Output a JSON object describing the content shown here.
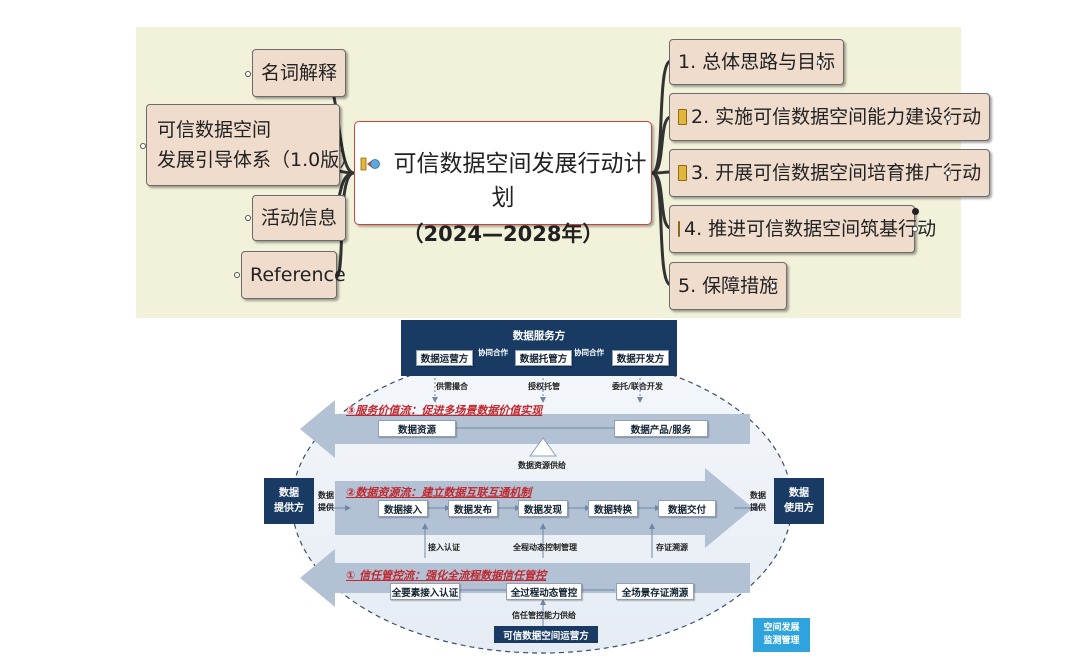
{
  "mindmap": {
    "central": {
      "line1": "可信数据空间发展行动计划",
      "line2": "（2024—2028年）"
    },
    "left_nodes": [
      {
        "label": "名词解释"
      },
      {
        "line1": "可信数据空间",
        "line2": "发展引导体系（1.0版）"
      },
      {
        "label": "活动信息"
      },
      {
        "label": "Reference"
      }
    ],
    "right_nodes": [
      {
        "label": "1. 总体思路与目标"
      },
      {
        "label": "2. 实施可信数据空间能力建设行动"
      },
      {
        "label": "3. 开展可信数据空间培育推广行动"
      },
      {
        "label": "4. 推进可信数据空间筑基行动"
      },
      {
        "label": "5. 保障措施"
      }
    ]
  },
  "framework": {
    "top": {
      "title": "数据服务方",
      "boxes": [
        "数据运营方",
        "数据托管方",
        "数据开发方"
      ],
      "coop_labels": [
        "协同合作",
        "协同合作"
      ],
      "down_labels": [
        "供需撮合",
        "授权托管",
        "委托/联合开发"
      ]
    },
    "flow3": {
      "title": "③服务价值流：促进多场景数据价值实现",
      "boxes": [
        "数据资源",
        "数据产品/服务"
      ],
      "supply_label": "数据资源供给"
    },
    "flow2": {
      "title": "②数据资源流：建立数据互联互通机制",
      "boxes": [
        "数据接入",
        "数据发布",
        "数据发现",
        "数据转换",
        "数据交付"
      ],
      "up_labels": [
        "接入认证",
        "全程动态控制管理",
        "存证溯源"
      ]
    },
    "flow1": {
      "title": "① 信任管控流：强化全流程数据信任管控",
      "boxes": [
        "全要素接入认证",
        "全过程动态管控",
        "全场景存证溯源"
      ],
      "supply_label": "信任管控能力供给",
      "operator": "可信数据空间运营方"
    },
    "provider": {
      "line1": "数据",
      "line2": "提供方",
      "side1": "数据",
      "side2": "提供"
    },
    "user": {
      "line1": "数据",
      "line2": "使用方",
      "side1": "数据",
      "side2": "提供"
    },
    "monitor": {
      "line1": "空间发展",
      "line2": "监测管理"
    }
  },
  "colors": {
    "mindmap_bg": "#f2f1da",
    "node_fill": "#efdccc",
    "central_border": "#c8453a",
    "navy": "#183a63",
    "flow_title": "#c0282f",
    "monitor": "#2ea3dd"
  }
}
